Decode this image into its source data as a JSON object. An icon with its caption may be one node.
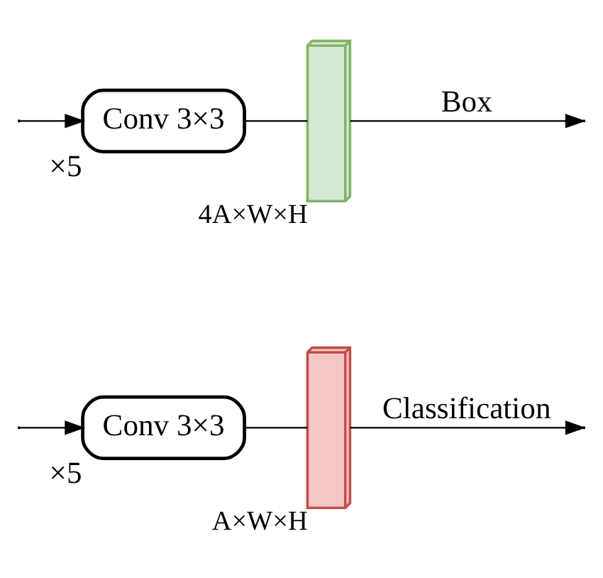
{
  "diagram": {
    "nodes": [
      {
        "text": [
          "Conv 3×3"
        ],
        "beside": [
          "×5"
        ]
      },
      {
        "text": [],
        "shape": "box",
        "beside": [
          "A×W×H"
        ]
      },
      {
        "text": [
          "Conv 3×3"
        ],
        "beside": [
          "×5"
        ]
      },
      {
        "text": [],
        "shape": "box",
        "beside": [
          "4A×W×H"
        ]
      }
    ],
    "edges": [
      {
        "from": null,
        "to": 0,
        "arrow": "to"
      },
      {
        "from": null,
        "to": 2,
        "arrow": "to"
      },
      {
        "from": 0,
        "to": 1,
        "arrow": "none"
      },
      {
        "from": 1,
        "to": null,
        "arrow": "to",
        "label": "Classification"
      },
      {
        "from": 2,
        "to": 3,
        "arrow": "none"
      },
      {
        "from": 3,
        "to": null,
        "arrow": "to",
        "label": "Box"
      }
    ]
  }
}
